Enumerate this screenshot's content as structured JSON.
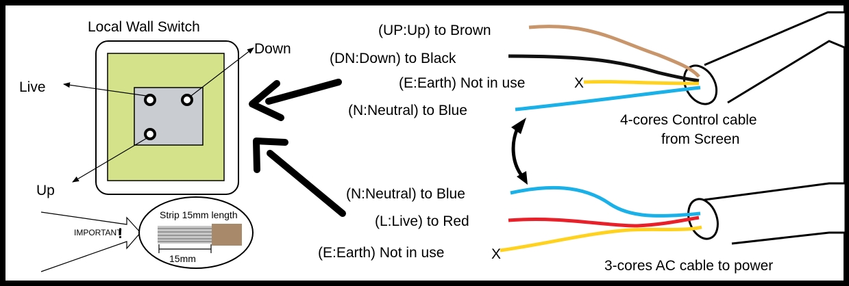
{
  "switch": {
    "title": "Local Wall Switch",
    "terminals": {
      "live": "Live",
      "down": "Down",
      "up": "Up"
    }
  },
  "important": {
    "label": "IMPORTANT",
    "mark": "!",
    "strip_text": "Strip 15mm length",
    "measure": "15mm"
  },
  "control_cable": {
    "wires": {
      "up": "(UP:Up) to Brown",
      "down": "(DN:Down) to Black",
      "earth": "(E:Earth) Not in use",
      "neutral": "(N:Neutral) to Blue"
    },
    "earth_mark": "X",
    "caption_line1": "4-cores Control cable",
    "caption_line2": "from Screen"
  },
  "ac_cable": {
    "wires": {
      "neutral": "(N:Neutral) to Blue",
      "live": "(L:Live) to Red",
      "earth": "(E:Earth) Not in use"
    },
    "earth_mark": "X",
    "caption": "3-cores AC cable to power"
  },
  "colors": {
    "brown": "#c8966a",
    "black": "#111111",
    "yellow": "#ffd21f",
    "blue": "#1ab0e8",
    "red": "#e8202a",
    "switch_plate": "#d4e38a",
    "terminal_block": "#c9cdd2",
    "frame": "#000000"
  }
}
